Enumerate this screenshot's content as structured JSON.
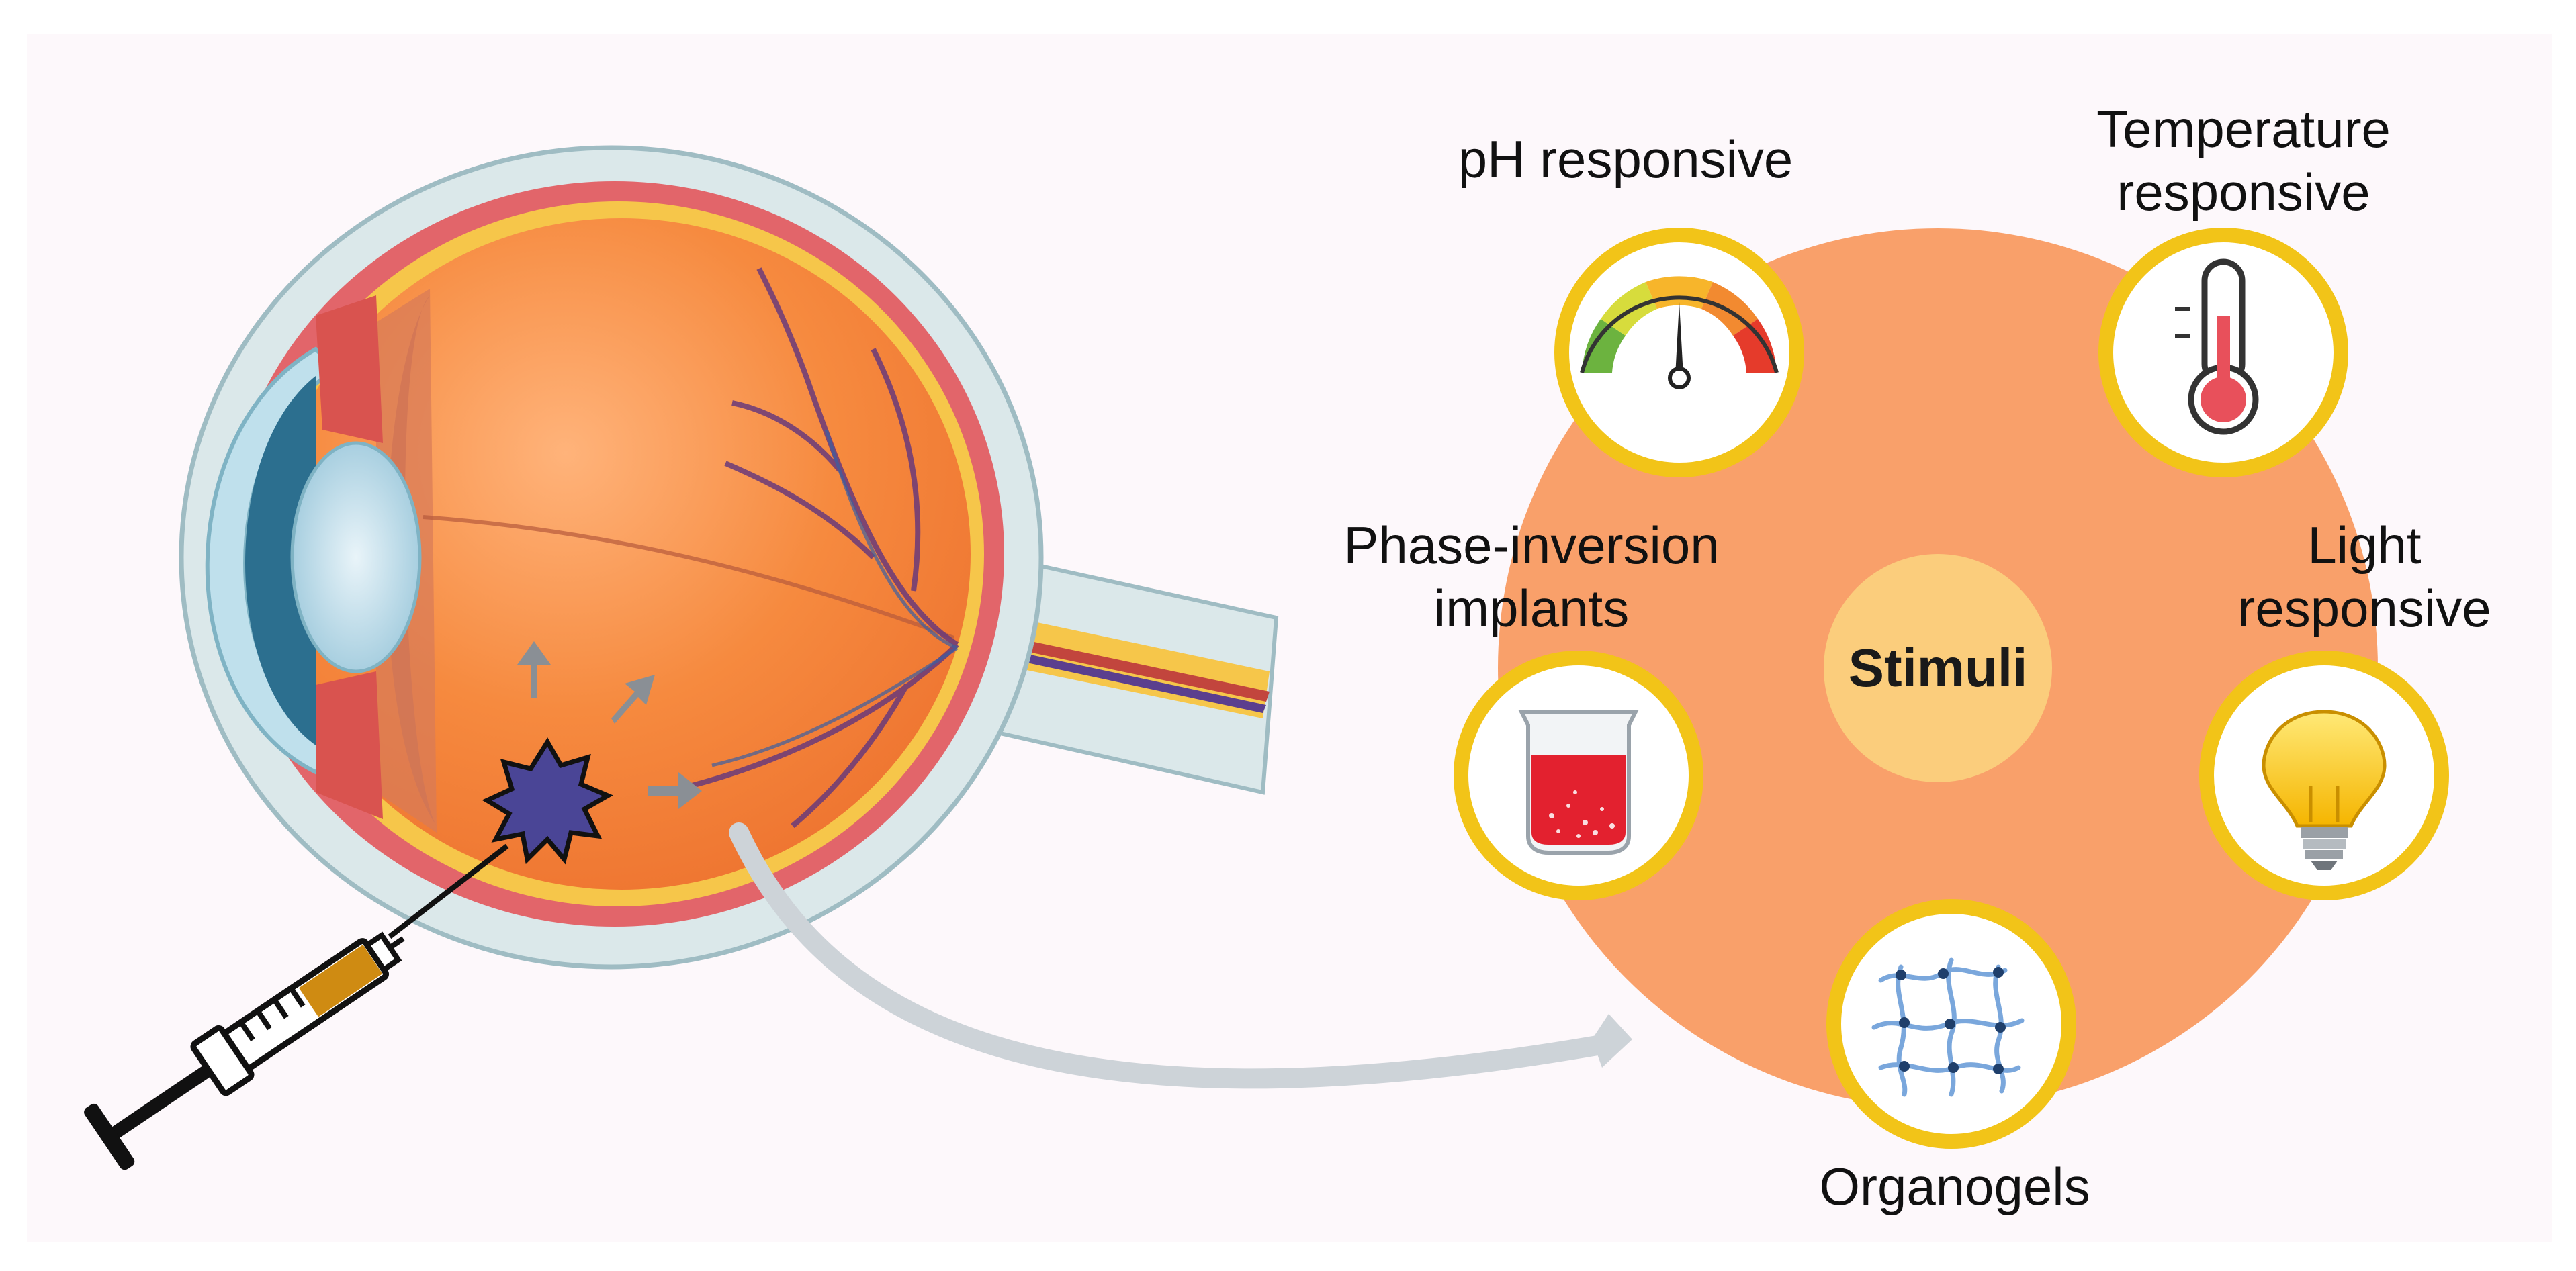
{
  "center": {
    "label": "Stimuli"
  },
  "stimuli": [
    {
      "id": "ph",
      "label": "pH responsive",
      "icon": "ph-gauge-icon"
    },
    {
      "id": "temperature",
      "label": "Temperature\nresponsive",
      "icon": "thermometer-icon"
    },
    {
      "id": "light",
      "label": "Light\nresponsive",
      "icon": "light-bulb-icon"
    },
    {
      "id": "organogels",
      "label": "Organogels",
      "icon": "polymer-network-icon"
    },
    {
      "id": "phase",
      "label": "Phase-inversion\nimplants",
      "icon": "beaker-icon"
    }
  ],
  "illustration": {
    "eye": "eye-cross-section-icon",
    "syringe": "syringe-icon",
    "tumor": "tumor-icon",
    "arrow": "curved-arrow-icon"
  },
  "colors": {
    "background": "#fdf8fb",
    "stimuli_disc": "#f9a06a",
    "center_disc": "#fbcd7c",
    "ring": "#f2c418",
    "eyeball": "#f5833a",
    "arrow": "#cdd3d8",
    "tumor": "#4a4596"
  }
}
